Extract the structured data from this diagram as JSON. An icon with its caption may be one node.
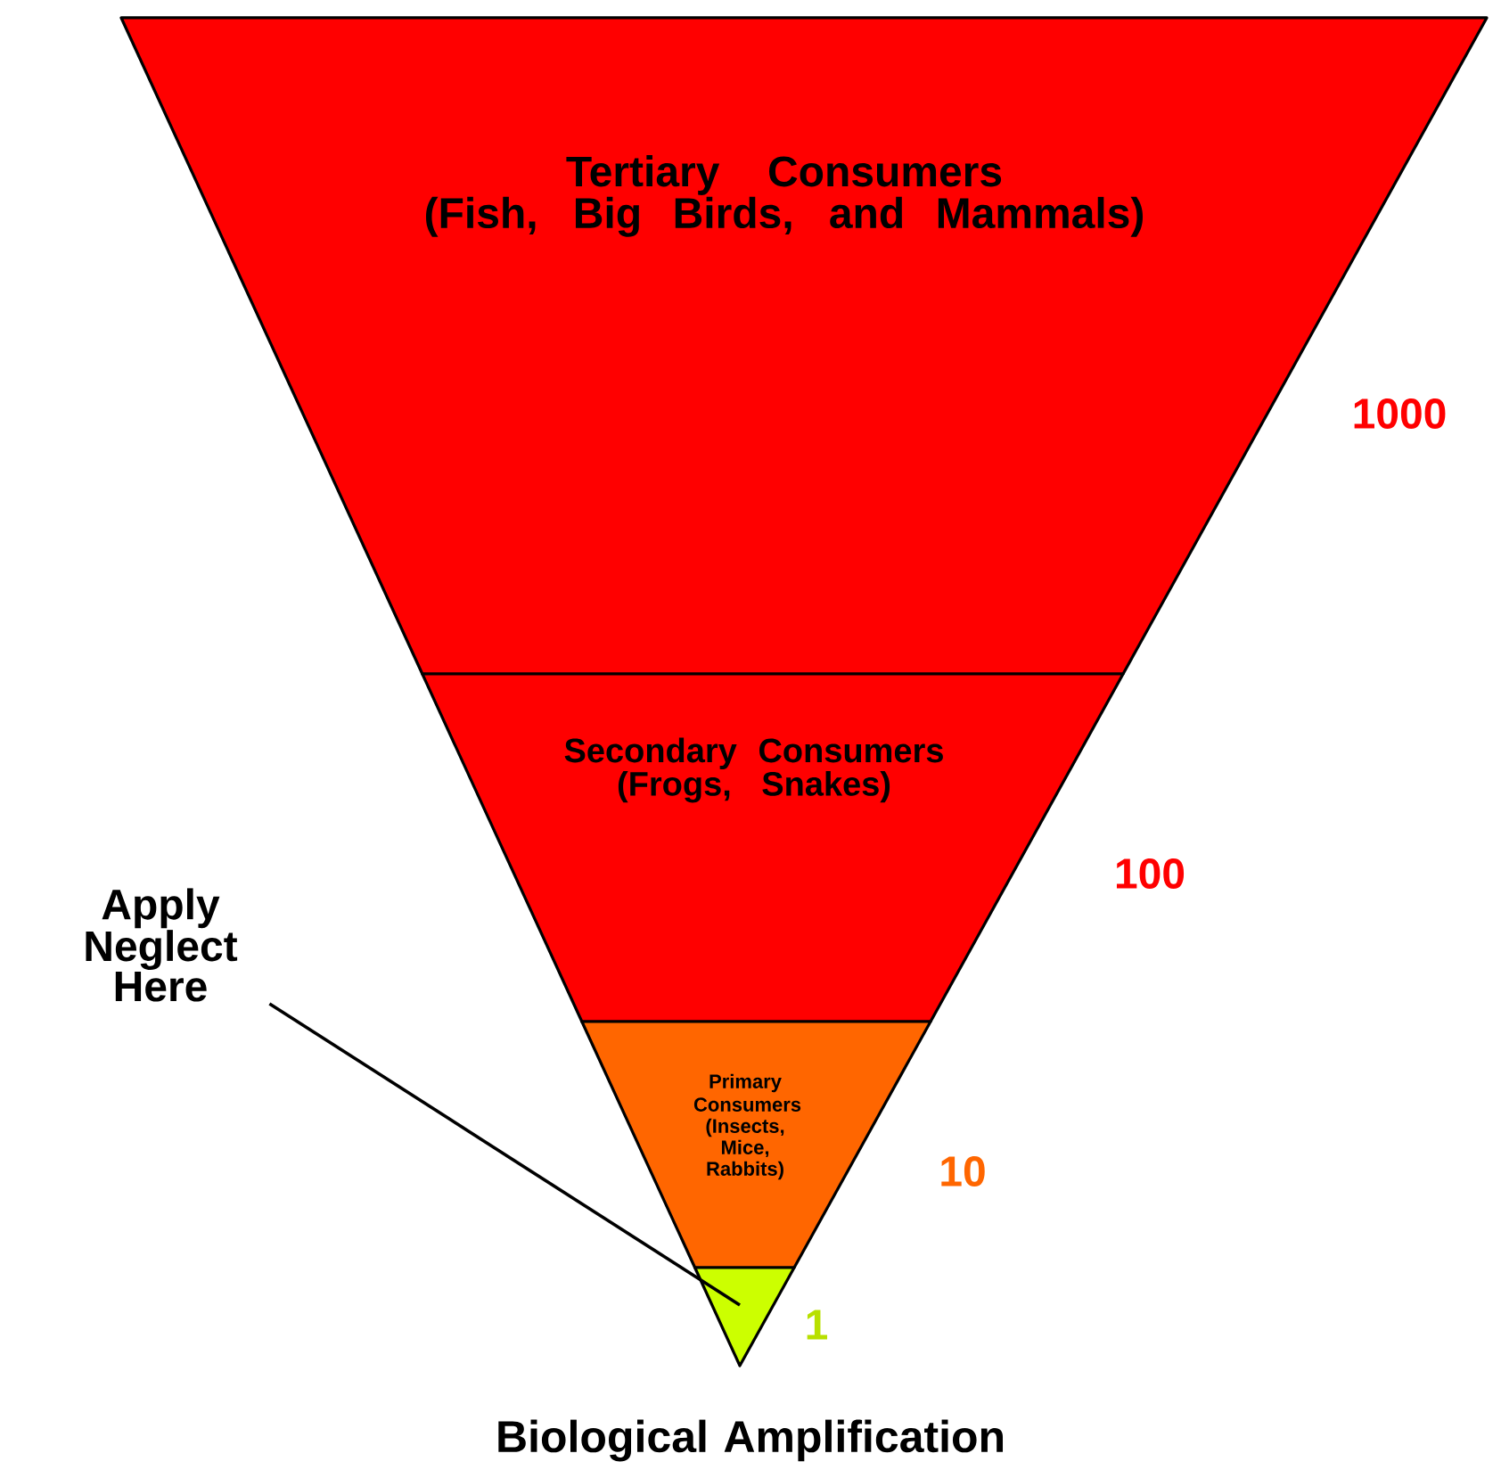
{
  "diagram": {
    "caption": "Biological Amplification",
    "nodes": [
      {
        "text": [
          "Tertiary Consumers",
          "(Fish, Big Birds, and Mammals)"
        ],
        "beside": [
          "1000"
        ]
      },
      {
        "text": [
          "Secondary Consumers",
          "(Frogs, Snakes)"
        ],
        "beside": [
          "100"
        ]
      },
      {
        "text": [
          "Primary Consumers",
          "(Insects, Mice, Rabbits)"
        ],
        "beside": [
          "10"
        ]
      },
      {
        "text": [],
        "shape": "triangle",
        "beside": [
          "1"
        ]
      },
      {
        "text": [
          "Apply Neglect Here"
        ]
      }
    ],
    "edges": [
      {
        "from": 4,
        "to": 3,
        "arrow": "none"
      }
    ]
  }
}
